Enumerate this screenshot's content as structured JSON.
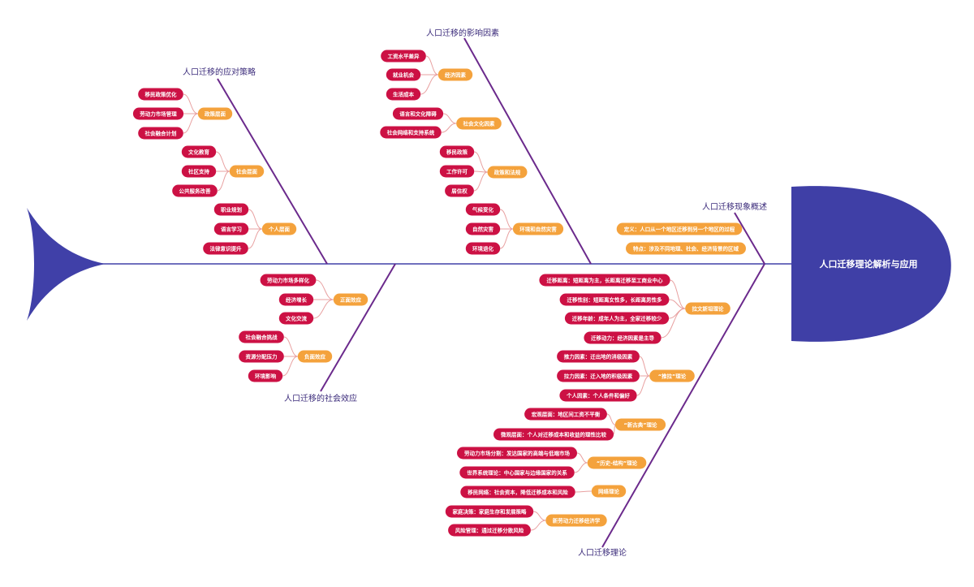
{
  "colors": {
    "spine": "#4040a8",
    "bone": "#6b2a8c",
    "head": "#3f3fa6",
    "mid_node": "#f4a23c",
    "leaf_node": "#cc1144",
    "link": "#e8a0a0",
    "title_text": "#3a2a7a"
  },
  "head": {
    "label": "人口迁移理论解析与应用"
  },
  "branches": [
    {
      "id": "response",
      "title": "人口迁移的应对策略",
      "groups": [
        {
          "label": "政策层面",
          "items": [
            "移民政策优化",
            "劳动力市场管理",
            "社会融合计划"
          ]
        },
        {
          "label": "社会层面",
          "items": [
            "文化教育",
            "社区支持",
            "公共服务改善"
          ]
        },
        {
          "label": "个人层面",
          "items": [
            "职业规划",
            "语言学习",
            "法律意识提升"
          ]
        }
      ]
    },
    {
      "id": "factors",
      "title": "人口迁移的影响因素",
      "groups": [
        {
          "label": "经济因素",
          "items": [
            "工资水平差异",
            "就业机会",
            "生活成本"
          ]
        },
        {
          "label": "社会文化因素",
          "items": [
            "语言和文化障碍",
            "社会网络和支持系统"
          ]
        },
        {
          "label": "政策和法规",
          "items": [
            "移民政策",
            "工作许可",
            "居住权"
          ]
        },
        {
          "label": "环境和自然灾害",
          "items": [
            "气候变化",
            "自然灾害",
            "环境退化"
          ]
        }
      ]
    },
    {
      "id": "overview",
      "title": "人口迁移现象概述",
      "groups": [
        {
          "label": "定义：人口从一个地区迁移到另一个地区的过程",
          "items": []
        },
        {
          "label": "特点：涉及不同地理、社会、经济背景的区域",
          "items": []
        }
      ]
    },
    {
      "id": "effects",
      "title": "人口迁移的社会效应",
      "groups": [
        {
          "label": "正面效应",
          "items": [
            "劳动力市场多样化",
            "经济增长",
            "文化交流"
          ]
        },
        {
          "label": "负面效应",
          "items": [
            "社会融合挑战",
            "资源分配压力",
            "环境影响"
          ]
        }
      ]
    },
    {
      "id": "theories",
      "title": "人口迁移理论",
      "groups": [
        {
          "label": "拉文斯坦理论",
          "items": [
            "迁移距离：短距离为主，长距离迁移至工商业中心",
            "迁移性别：短距离女性多，长距离男性多",
            "迁移年龄：成年人为主，全家迁移较少",
            "迁移动力：经济因素是主导"
          ]
        },
        {
          "label": "“推拉”理论",
          "items": [
            "推力因素：迁出地的消极因素",
            "拉力因素：迁入地的积极因素",
            "个人因素：个人条件和偏好"
          ]
        },
        {
          "label": "“新古典”理论",
          "items": [
            "宏观层面：地区间工资不平衡",
            "微观层面：个人对迁移成本和收益的理性比较"
          ]
        },
        {
          "label": "“历史-结构”理论",
          "items": [
            "劳动力市场分割：发达国家的高端与低端市场",
            "世界系统理论：中心国家与边缘国家的关系"
          ]
        },
        {
          "label": "网络理论",
          "items": [
            "移民网络：社会资本，降低迁移成本和风险"
          ]
        },
        {
          "label": "新劳动力迁移经济学",
          "items": [
            "家庭决策：家庭生存和发展策略",
            "风险管理：通过迁移分散风险"
          ]
        }
      ]
    }
  ]
}
